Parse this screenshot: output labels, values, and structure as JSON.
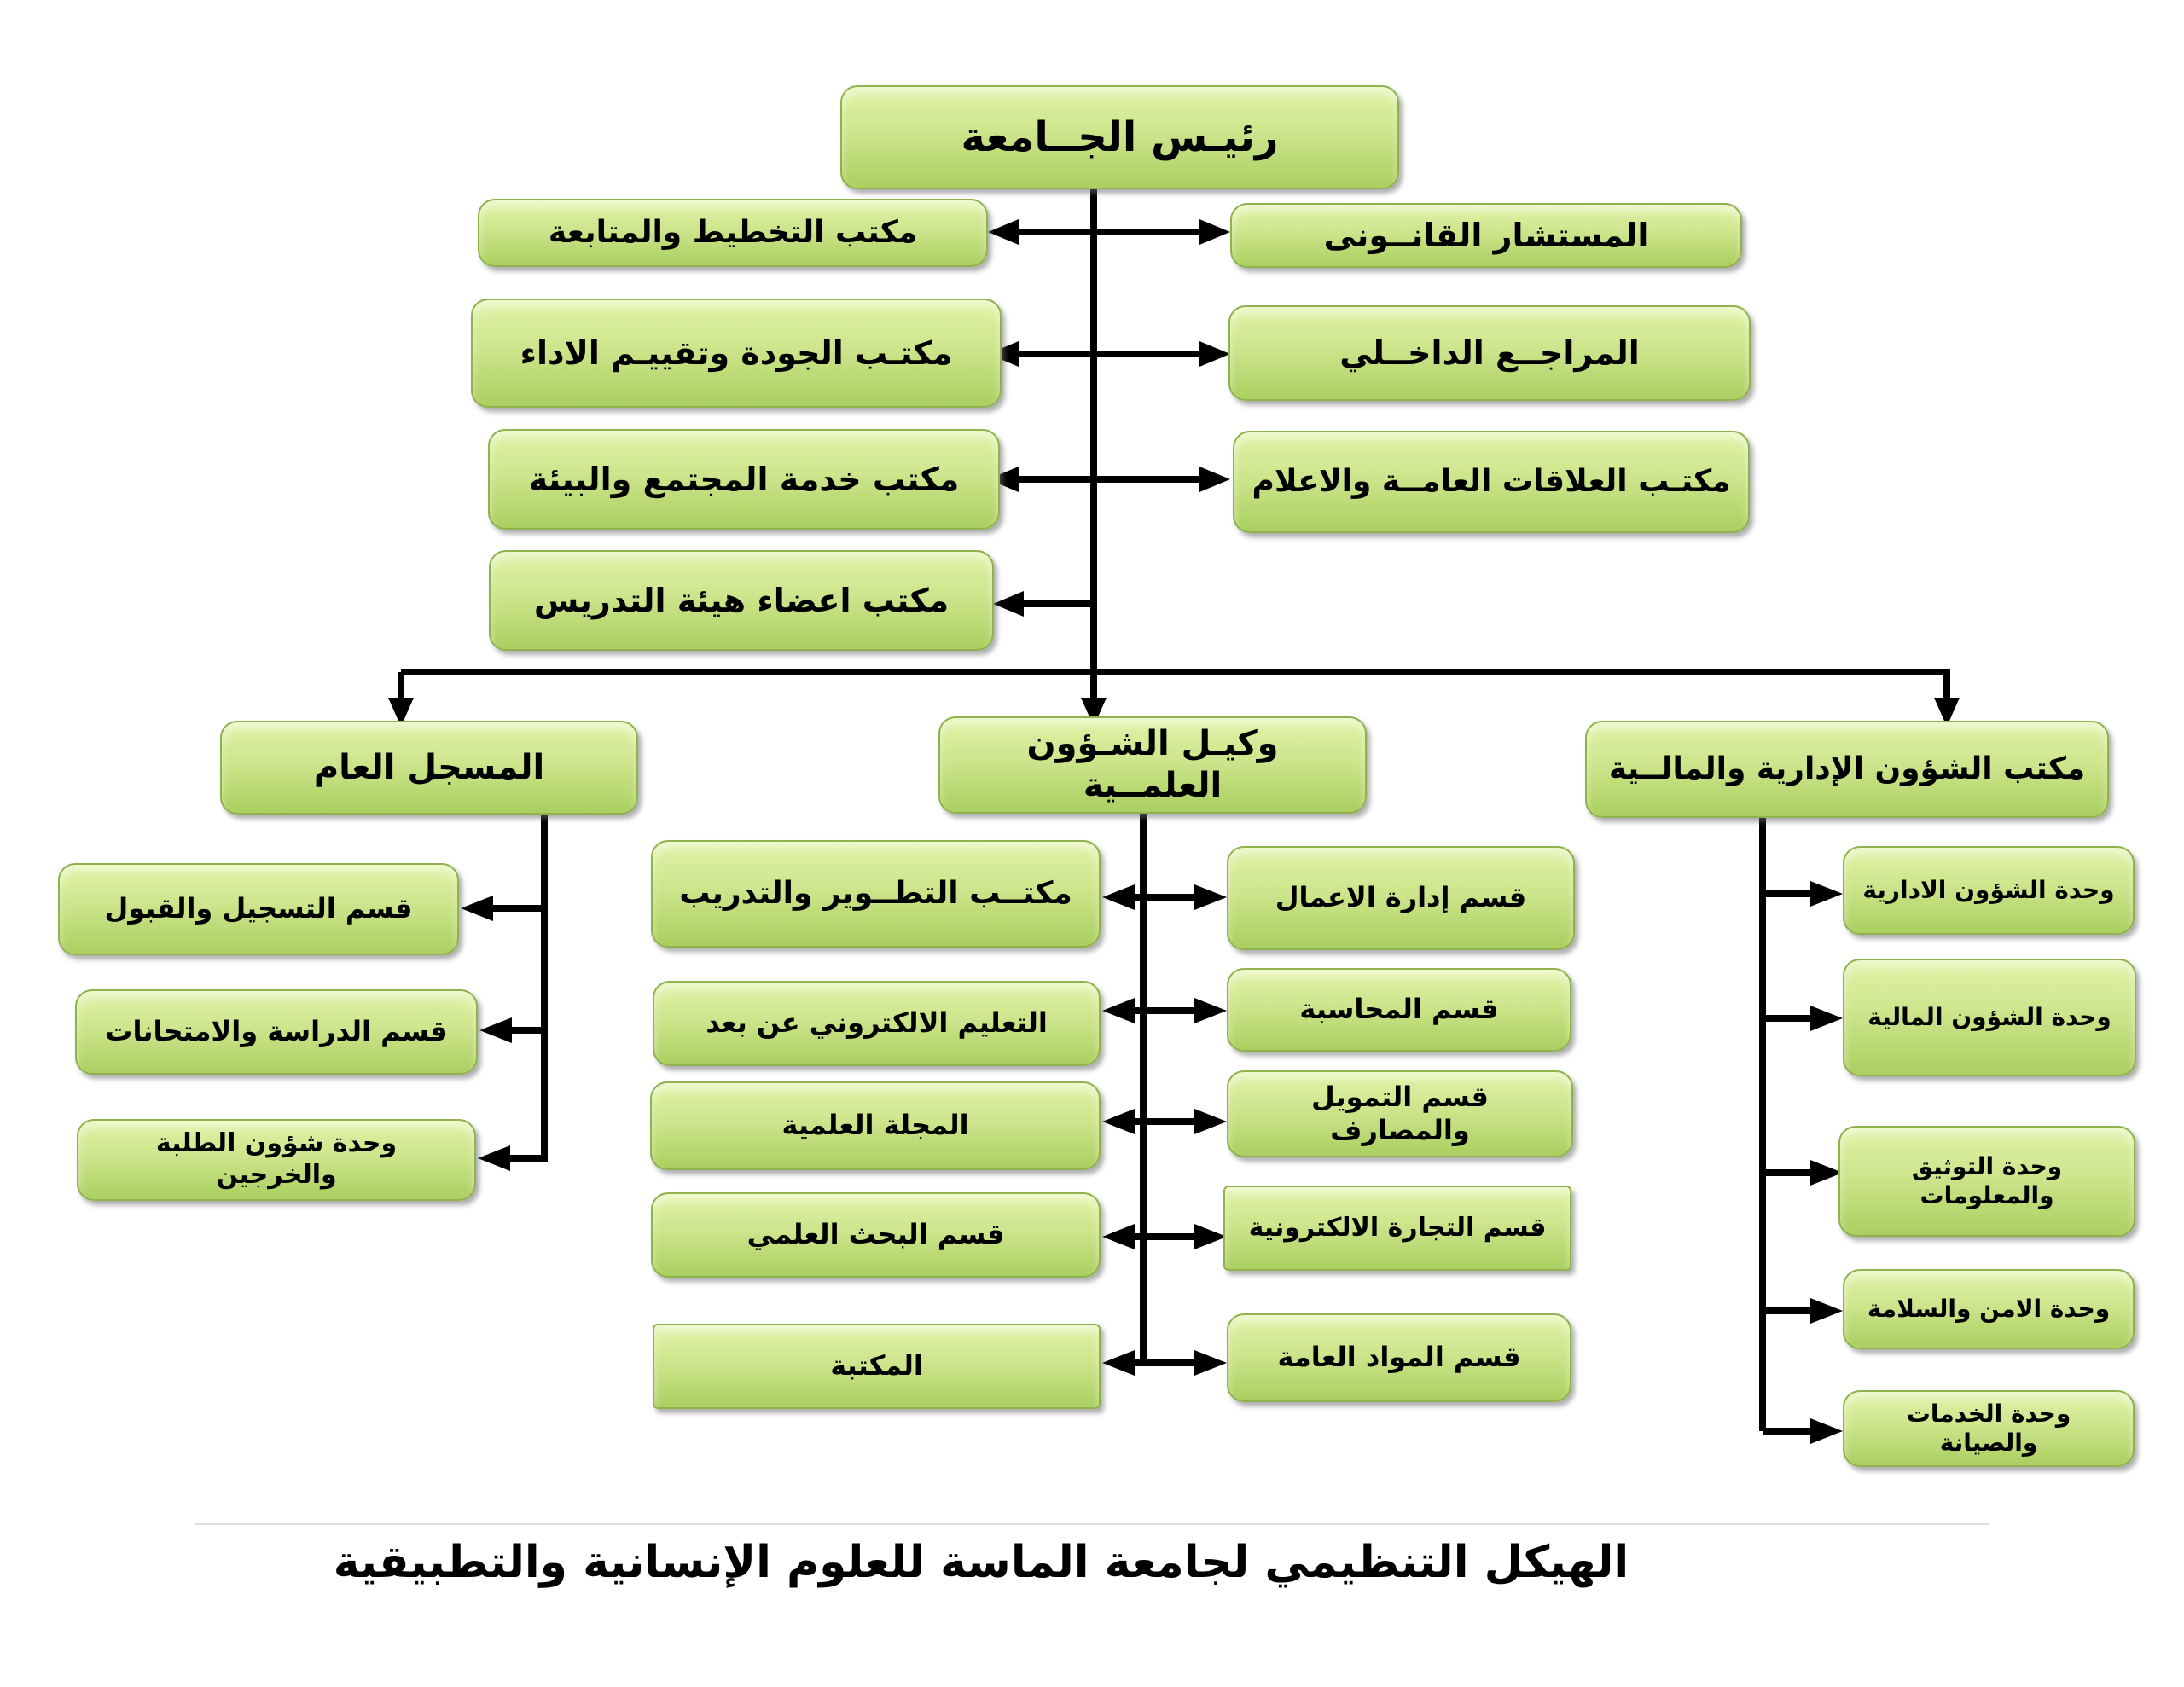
{
  "page_title": "الهيكل التنظيمي لجامعة الماسة للعلوم الإنسانية والتطبيقية",
  "colors": {
    "box_fill_top": "#e1f3a9",
    "box_fill_bottom": "#aacf60",
    "box_border": "#8fb14e",
    "connector": "#000000",
    "background": "#ffffff"
  },
  "org": {
    "president": {
      "label": "رئيـس الجــامعة"
    },
    "staff_left": [
      {
        "label": "مكتب التخطيط والمتابعة"
      },
      {
        "label": "مكتـب الجودة وتقييـم الاداء"
      },
      {
        "label": "مكتب خدمة المجتمع والبيئة"
      },
      {
        "label": "مكتب اعضاء هيئة التدريس"
      }
    ],
    "staff_right": [
      {
        "label": "المستشار القانــونى"
      },
      {
        "label": "المراجــع الداخــلي"
      },
      {
        "label": "مكتـب العلاقات العامــة والاعلام"
      }
    ],
    "branches": [
      {
        "label": "المسجل العام",
        "children": [
          {
            "label": "قسم التسجيل والقبول"
          },
          {
            "label": "قسم الدراسة والامتحانات"
          },
          {
            "label": "وحدة شؤون الطلبة والخرجين"
          }
        ]
      },
      {
        "label": "وكيـل الشـؤون العلمــية",
        "children_left": [
          {
            "label": "مكتــب التطــوير والتدريب"
          },
          {
            "label": "التعليم الالكتروني عن بعد"
          },
          {
            "label": "المجلة العلمية"
          },
          {
            "label": "قسم البحث العلمي"
          },
          {
            "label": "المكتبة"
          }
        ],
        "children_right": [
          {
            "label": "قسم إدارة الاعمال"
          },
          {
            "label": "قسم المحاسبة"
          },
          {
            "label": "قسم التمويل والمصارف"
          },
          {
            "label": "قسم التجارة الالكترونية"
          },
          {
            "label": "قسم المواد العامة"
          }
        ]
      },
      {
        "label": "مكتب الشؤون الإدارية والمالــية",
        "children": [
          {
            "label": "وحدة الشؤون الادارية"
          },
          {
            "label": "وحدة الشؤون المالية"
          },
          {
            "label": "وحدة التوثيق والمعلومات"
          },
          {
            "label": "وحدة الامن والسلامة"
          },
          {
            "label": "وحدة الخدمات والصيانة"
          }
        ]
      }
    ]
  }
}
